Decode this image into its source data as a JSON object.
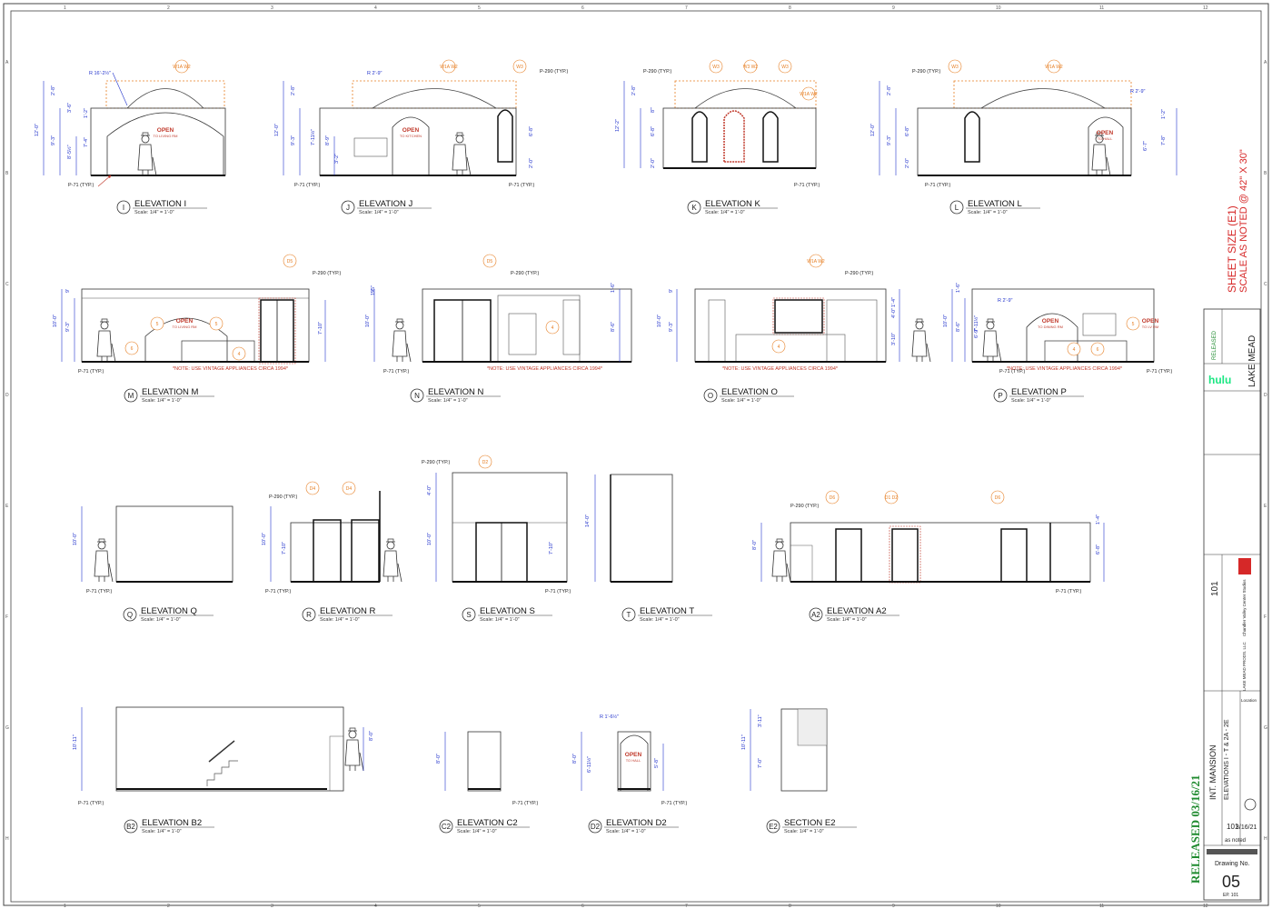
{
  "colors": {
    "dimension": "#2233cc",
    "annotation": "#c0392b",
    "tag": "#e67e22",
    "released": "#1e8a2e",
    "sheet_size": "#d62828",
    "hulu": "#1ce783"
  },
  "grid": {
    "top_numbers": [
      "1",
      "2",
      "3",
      "4",
      "5",
      "6",
      "7",
      "8",
      "9",
      "10",
      "11",
      "12"
    ],
    "side_letters": [
      "A",
      "B",
      "C",
      "D",
      "E",
      "F",
      "G",
      "H"
    ]
  },
  "scale_text": "Scale: 1/4\" = 1'-0\"",
  "elevations": [
    {
      "id": "elev-i",
      "letter": "I",
      "title": "ELEVATION I",
      "open": "OPEN",
      "open_sub": "TO LIVING RM",
      "callout": "R 16'-2½\"",
      "tags": [
        "W1A W2"
      ],
      "notes": [
        "P-71 (TYP.)"
      ],
      "dims": [
        "12'-0\"",
        "9'-3\"",
        "8'-5½\"",
        "7'-4\"",
        "2'-8\"",
        "3'-6\"",
        "1'-2\""
      ]
    },
    {
      "id": "elev-j",
      "letter": "J",
      "title": "ELEVATION J",
      "open": "OPEN",
      "open_sub": "TO KITCHEN",
      "callout": "R 2'-9\"",
      "tags": [
        "W1A W2",
        "W3"
      ],
      "notes": [
        "P-290 (TYP.)",
        "P-71 (TYP.)",
        "P-71 (TYP.)"
      ],
      "dims": [
        "12'-0\"",
        "9'-3\"",
        "7'-11½\"",
        "8'-9\"",
        "2'-8\"",
        "3'-2\"",
        "6'-8\"",
        "2'-0\""
      ]
    },
    {
      "id": "elev-k",
      "letter": "K",
      "title": "ELEVATION K",
      "open": "",
      "open_sub": "",
      "callout": "",
      "tags": [
        "W3",
        "W3 W2",
        "W3",
        "W1A W2"
      ],
      "notes": [
        "P-290 (TYP.)",
        "P-71 (TYP.)"
      ],
      "dims": [
        "12'-2\"",
        "2'-8\"",
        "6'-8\"",
        "2'-0\"",
        "8'\""
      ]
    },
    {
      "id": "elev-l",
      "letter": "L",
      "title": "ELEVATION L",
      "open": "OPEN",
      "open_sub": "TO HALL",
      "callout": "R 2'-9\"",
      "tags": [
        "W3",
        "W1A W2"
      ],
      "notes": [
        "P-290 (TYP.)",
        "P-71 (TYP.)"
      ],
      "dims": [
        "12'-0\"",
        "9'-3\"",
        "6'-8\"",
        "2'-0\"",
        "2'-8\"",
        "7'-8\"",
        "6'-7\"",
        "1'-2\""
      ]
    },
    {
      "id": "elev-m",
      "letter": "M",
      "title": "ELEVATION M",
      "open": "OPEN",
      "open_sub": "TO LIVING RM",
      "callout": "",
      "tags": [
        "D5",
        "5",
        "5",
        "6",
        "4"
      ],
      "notes": [
        "P-290 (TYP.)",
        "P-71 (TYP.)",
        "*NOTE: USE VINTAGE APPLIANCES CIRCA 1994*"
      ],
      "dims": [
        "10'-0\"",
        "9'-3\"",
        "9'",
        "7'-10\""
      ]
    },
    {
      "id": "elev-n",
      "letter": "N",
      "title": "ELEVATION N",
      "open": "",
      "open_sub": "",
      "callout": "",
      "tags": [
        "D5",
        "4"
      ],
      "notes": [
        "P-290 (TYP.)",
        "P-71 (TYP.)",
        "*NOTE: USE VINTAGE APPLIANCES CIRCA 1994*"
      ],
      "dims": [
        "10'-0\"",
        "1'-5\"",
        "9'",
        "8'-6\"",
        "1'-6\""
      ]
    },
    {
      "id": "elev-o",
      "letter": "O",
      "title": "ELEVATION O",
      "open": "",
      "open_sub": "",
      "callout": "",
      "tags": [
        "W1A W2",
        "4"
      ],
      "notes": [
        "P-290 (TYP.)",
        "*NOTE: USE VINTAGE APPLIANCES CIRCA 1994*"
      ],
      "dims": [
        "10'-0\"",
        "9'-3\"",
        "4'-0\"",
        "3'-10\"",
        "1'-4\"",
        "9'"
      ]
    },
    {
      "id": "elev-p",
      "letter": "P",
      "title": "ELEVATION P",
      "open": "OPEN",
      "open_sub": "TO DINING RM",
      "open2": "OPEN",
      "open2_sub": "TO LV RM",
      "callout": "R 2'-9\"",
      "tags": [
        "5",
        "4",
        "6"
      ],
      "notes": [
        "P-71 (TYP.)",
        "P-71 (TYP.)",
        "*NOTE: USE VINTAGE APPLIANCES CIRCA 1994*"
      ],
      "dims": [
        "10'-0\"",
        "8'-6\"",
        "7'-11½\"",
        "6'-9\"",
        "1'-6\""
      ]
    },
    {
      "id": "elev-q",
      "letter": "Q",
      "title": "ELEVATION Q",
      "open": "",
      "open_sub": "",
      "callout": "",
      "tags": [],
      "notes": [
        "P-71 (TYP.)"
      ],
      "dims": [
        "10'-0\""
      ]
    },
    {
      "id": "elev-r",
      "letter": "R",
      "title": "ELEVATION R",
      "open": "",
      "open_sub": "",
      "callout": "",
      "tags": [
        "D4",
        "D4"
      ],
      "notes": [
        "P-290 (TYP.)",
        "P-71 (TYP.)"
      ],
      "dims": [
        "10'-0\"",
        "7'-10\""
      ]
    },
    {
      "id": "elev-s",
      "letter": "S",
      "title": "ELEVATION S",
      "open": "",
      "open_sub": "",
      "callout": "",
      "tags": [
        "D2"
      ],
      "notes": [
        "P-290 (TYP.)",
        "P-71 (TYP.)"
      ],
      "dims": [
        "4'-0\"",
        "10'-0\"",
        "7'-10\""
      ]
    },
    {
      "id": "elev-t",
      "letter": "T",
      "title": "ELEVATION T",
      "open": "",
      "open_sub": "",
      "callout": "",
      "tags": [],
      "notes": [],
      "dims": [
        "14'-0\""
      ]
    },
    {
      "id": "elev-a2",
      "letter": "A2",
      "title": "ELEVATION A2",
      "open": "",
      "open_sub": "",
      "callout": "",
      "tags": [
        "D6",
        "D1 D2",
        "D6"
      ],
      "notes": [
        "P-290 (TYP.)",
        "P-71 (TYP.)"
      ],
      "dims": [
        "8'-0\"",
        "6'-8\"",
        "1'-4\""
      ]
    },
    {
      "id": "elev-b2",
      "letter": "B2",
      "title": "ELEVATION B2",
      "open": "",
      "open_sub": "",
      "callout": "",
      "tags": [],
      "notes": [
        "P-71 (TYP.)"
      ],
      "dims": [
        "10'-11\"",
        "8'-0\""
      ]
    },
    {
      "id": "elev-c2",
      "letter": "C2",
      "title": "ELEVATION C2",
      "open": "",
      "open_sub": "",
      "callout": "",
      "tags": [],
      "notes": [
        "P-71 (TYP.)"
      ],
      "dims": [
        "8'-0\""
      ]
    },
    {
      "id": "elev-d2",
      "letter": "D2",
      "title": "ELEVATION D2",
      "open": "OPEN",
      "open_sub": "TO HALL",
      "callout": "R 1'-6½\"",
      "tags": [],
      "notes": [
        "P-71 (TYP.)"
      ],
      "dims": [
        "8'-0\"",
        "6'-11½\"",
        "5'-8\""
      ]
    },
    {
      "id": "sect-e2",
      "letter": "E2",
      "title": "SECTION E2",
      "open": "",
      "open_sub": "",
      "callout": "",
      "tags": [],
      "notes": [],
      "dims": [
        "10'-11\"",
        "3'-11\"",
        "7'-0\""
      ]
    }
  ],
  "title_block": {
    "sheet_size": "SHEET SIZE (E1)",
    "scale_noted": "SCALE AS NOTED @ 42\" X 30\"",
    "released_stamp": "RELEASED 03/16/21",
    "show": "LAKE MEAD",
    "network": "hulu",
    "released_label": "RELEASED",
    "set": "INT. MANSION",
    "sheet_desc": "ELEVATIONS I - T & 2A - 2E",
    "stage": "101",
    "date": "3/16/21",
    "scale": "as noted",
    "drawing_no_label": "Drawing No.",
    "drawing_no": "05",
    "ep": "EP. 101",
    "company": "LAKE MEAD PRODS. LLC",
    "studio": "Chandler Valley Center Studios",
    "location_label": "Location"
  }
}
